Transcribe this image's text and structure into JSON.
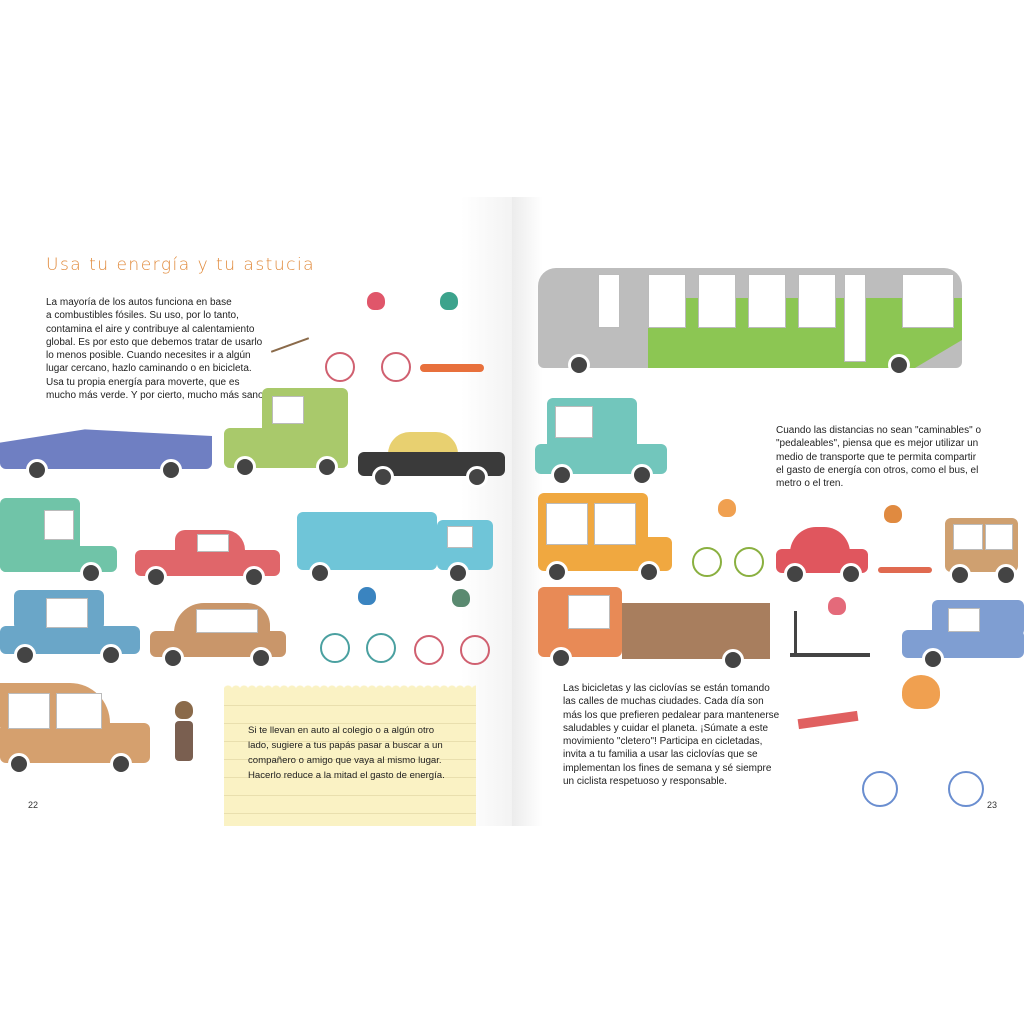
{
  "left_page": {
    "title": "Usa tu energía y tu astucia",
    "intro_lines": [
      "La mayoría de los autos funciona en base",
      "a combustibles fósiles. Su uso, por lo tanto,",
      "contamina el aire y contribuye al calentamiento",
      "global. Es por esto que debemos tratar de usarlo",
      "lo menos posible. Cuando necesites ir a algún",
      "lugar cercano, hazlo caminando o en bicicleta.",
      "Usa tu propia energía para moverte, que es",
      "mucho más verde. Y por cierto, mucho más sano."
    ],
    "note_lines": [
      "Si te llevan en auto al colegio o a algún otro",
      "lado, sugiere a tus papás pasar a buscar a un",
      "compañero o amigo que vaya al mismo lugar.",
      "Hacerlo reduce a la mitad el gasto de energía."
    ],
    "page_number": "22"
  },
  "right_page": {
    "transport_lines": [
      "Cuando las distancias no sean \"caminables\" o",
      "\"pedaleables\", piensa que es mejor utilizar un",
      "medio de transporte que te permita compartir",
      "el gasto de energía con otros, como el bus, el",
      "metro o el tren."
    ],
    "bike_lines": [
      "Las bicicletas y las ciclovías se están tomando",
      "las calles de muchas ciudades. Cada día son",
      "más los que prefieren pedalear para mantenerse",
      "saludables y cuidar el planeta. ¡Súmate a este",
      "movimiento \"cletero\"! Participa en cicletadas,",
      "invita a tu familia a usar las ciclovías que se",
      "implementan los fines de semana y sé siempre",
      "un ciclista respetuoso y responsable."
    ],
    "page_number": "23"
  },
  "colors": {
    "title": "#e0893a",
    "bus_green": "#8cc653",
    "note": "#faf2c4"
  }
}
